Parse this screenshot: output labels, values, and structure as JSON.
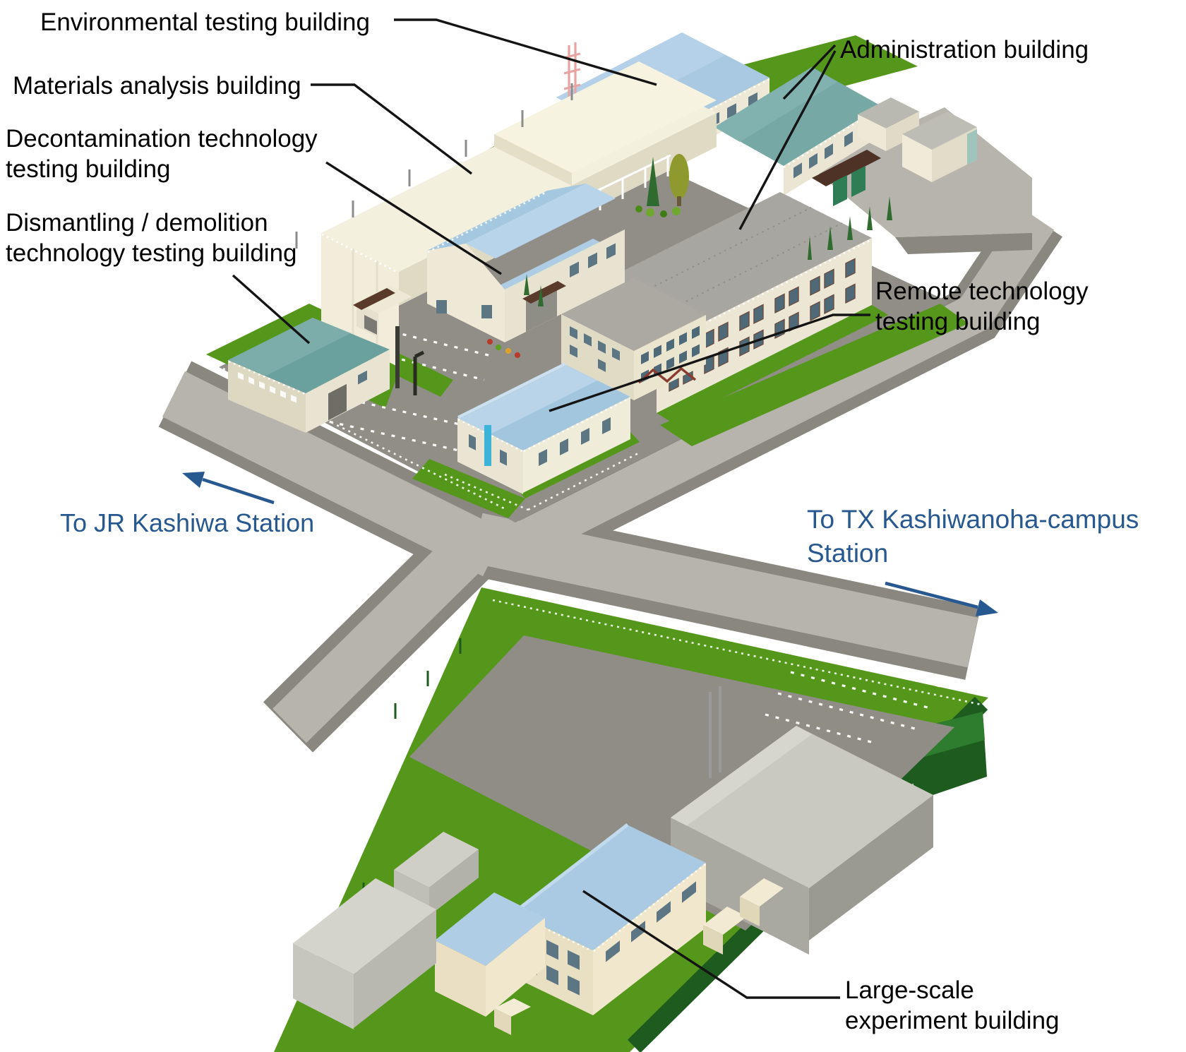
{
  "map_title": "Research facility campus isometric map",
  "labels": {
    "environmental": {
      "text": "Environmental testing building"
    },
    "materials": {
      "text": "Materials analysis building"
    },
    "decontamination": {
      "lines": [
        "Decontamination technology",
        "testing building"
      ]
    },
    "dismantling": {
      "lines": [
        "Dismantling / demolition",
        "technology testing building"
      ]
    },
    "administration": {
      "text": "Administration building"
    },
    "remote": {
      "lines": [
        "Remote technology",
        "testing building"
      ]
    },
    "large_scale": {
      "lines": [
        "Large-scale",
        "experiment building"
      ]
    }
  },
  "directions": {
    "jr": {
      "text": "To JR Kashiwa Station"
    },
    "tx": {
      "lines": [
        "To TX Kashiwanoha-campus",
        "Station"
      ]
    }
  },
  "buildings": [
    {
      "id": "environmental",
      "name": "Environmental testing building",
      "roof": "#A9C9E2"
    },
    {
      "id": "materials",
      "name": "Materials analysis building",
      "roof": "#F3F0DD"
    },
    {
      "id": "decontamination",
      "name": "Decontamination technology testing building",
      "roof": "#A5C8E1"
    },
    {
      "id": "dismantling",
      "name": "Dismantling / demolition technology testing building",
      "roof": "#6AA09D"
    },
    {
      "id": "administration",
      "name": "Administration building",
      "roof": "#A8A6A0"
    },
    {
      "id": "remote",
      "name": "Remote technology testing building",
      "roof": "#A3C6DF"
    },
    {
      "id": "large_scale",
      "name": "Large-scale experiment building",
      "roof": "#A9CAE2"
    }
  ],
  "palette": {
    "label_black": "#000000",
    "label_blue": "#27588F",
    "leader_line": "#141414",
    "road_light": "#B6B4AC",
    "road_dark": "#8A8780",
    "court_gray": "#908E86",
    "grass": "#55971B",
    "hedge_dark": "#1E5B1E",
    "wall_cream": "#EDE9D6",
    "wall_cream_shade": "#DDD8C2",
    "roof_blue": "#A9C9E2",
    "roof_teal": "#6AA09D",
    "roof_gray": "#A8A6A0",
    "warehouse_gray": "#C9C9C1",
    "window_slate": "#5C7684",
    "canopy_brown": "#4E3226",
    "antenna_pink": "#E8A4A2",
    "pipe_cyan": "#3CB4D8"
  }
}
